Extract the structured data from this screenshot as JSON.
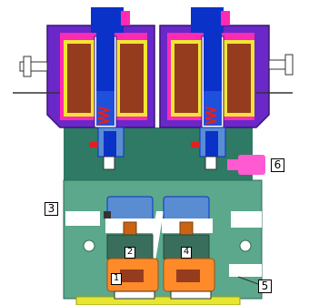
{
  "labels": {
    "one": "1",
    "two": "2",
    "three": "3",
    "four": "4",
    "five": "5",
    "six": "6"
  },
  "colors": {
    "coil_housing": "#6a28c8",
    "coil_housing_dark": "#3c1478",
    "yoke_magenta": "#ff2ab4",
    "winding_brown": "#963c1e",
    "winding_yellow": "#f0e632",
    "plunger_blue": "#0a32c8",
    "spring_red": "#e61e1e",
    "body_green": "#2e7a64",
    "base_green": "#4a9c7c",
    "lower_green": "#5ba88c",
    "piston_orange": "#ff8a2a",
    "piston_brown": "#c86414",
    "fitting_pink": "#ff5ad2",
    "seal_yellow": "#e6e632",
    "white": "#ffffff"
  },
  "icons": {
    "pin_left": "terminal-pin-left-icon",
    "pin_right": "terminal-pin-right-icon"
  }
}
